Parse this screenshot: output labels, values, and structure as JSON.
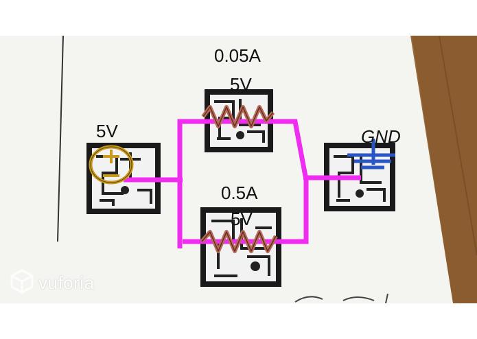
{
  "labels": {
    "source_voltage": "5V",
    "top_current": "0.05A",
    "top_voltage": "5V",
    "bottom_current": "0.5A",
    "bottom_voltage": "5V",
    "ground": "GND"
  },
  "branding": {
    "watermark": "vuforia"
  },
  "colors": {
    "wire": "#f02cf0",
    "source_symbol": "#c99a1c",
    "resistor": "#b86a58",
    "ground_symbol": "#2a55c4",
    "paper": "#f4f4f1",
    "table_wood": "#9a6b3b"
  }
}
